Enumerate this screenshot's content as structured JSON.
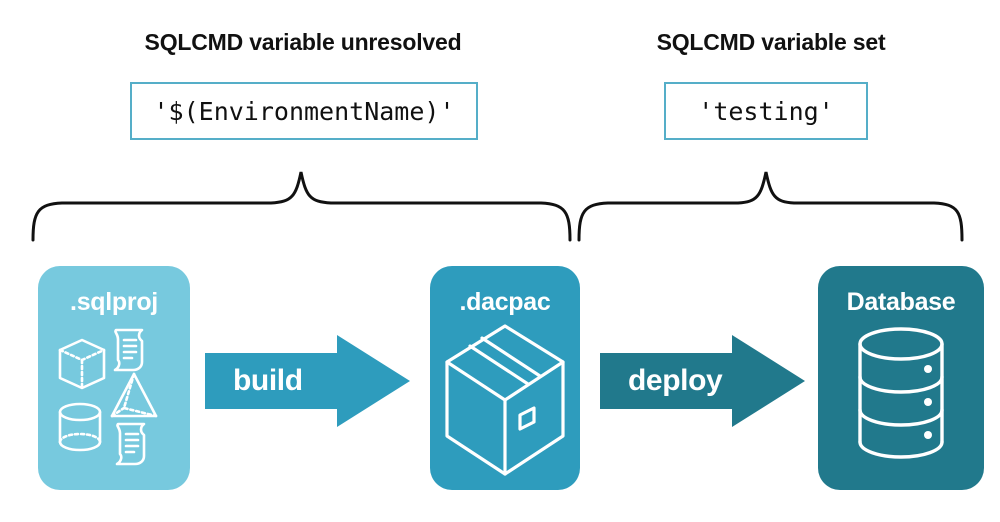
{
  "headings": {
    "left": "SQLCMD variable unresolved",
    "right": "SQLCMD variable set"
  },
  "code_boxes": {
    "left": "'$(EnvironmentName)'",
    "right": "'testing'"
  },
  "stages": [
    {
      "label": ".sqlproj",
      "color": "#77c9de",
      "icons": [
        "cube-icon",
        "scroll-icon",
        "pyramid-icon",
        "cylinder-icon",
        "scroll-icon"
      ]
    },
    {
      "label": ".dacpac",
      "color": "#2e9cbd",
      "icons": [
        "package-box-icon"
      ]
    },
    {
      "label": "Database",
      "color": "#21798c",
      "icons": [
        "database-cylinder-icon"
      ]
    }
  ],
  "arrows": [
    {
      "label": "build",
      "color": "#2e9cbd"
    },
    {
      "label": "deploy",
      "color": "#21798c"
    }
  ],
  "braces": [
    {
      "name": "left-brace",
      "spans": ".sqlproj through .dacpac"
    },
    {
      "name": "right-brace",
      "spans": ".dacpac through Database"
    }
  ],
  "colors": {
    "light_blue": "#77c9de",
    "mid_teal": "#2e9cbd",
    "dark_teal": "#21798c",
    "box_border": "#55aec8",
    "text": "#111111",
    "background": "#ffffff"
  }
}
